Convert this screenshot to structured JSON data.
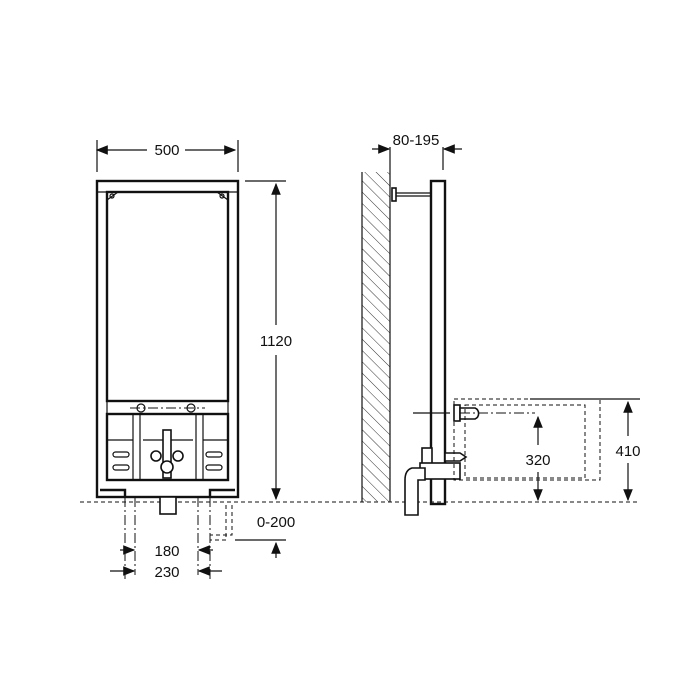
{
  "front_view": {
    "width_label": "500",
    "height_label": "1120",
    "floor_offset_label": "0-200",
    "inner_spacing_label": "180",
    "outer_spacing_label": "230"
  },
  "side_view": {
    "depth_label": "80-195",
    "center_height_label": "320",
    "bowl_height_label": "410"
  }
}
